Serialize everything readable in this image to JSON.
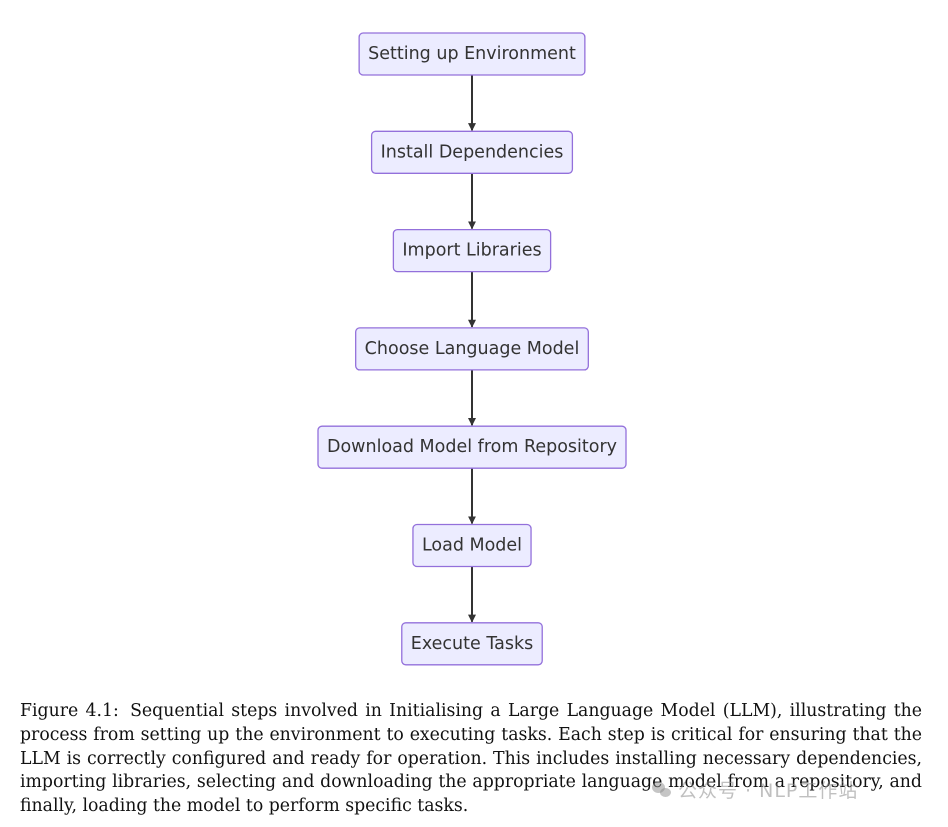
{
  "diagram": {
    "nodes": [
      {
        "id": "n1",
        "label": "Setting up Environment"
      },
      {
        "id": "n2",
        "label": "Install Dependencies"
      },
      {
        "id": "n3",
        "label": "Import Libraries"
      },
      {
        "id": "n4",
        "label": "Choose Language Model"
      },
      {
        "id": "n5",
        "label": "Download Model from Repository"
      },
      {
        "id": "n6",
        "label": "Load Model"
      },
      {
        "id": "n7",
        "label": "Execute Tasks"
      }
    ],
    "edges": [
      {
        "from": "n1",
        "to": "n2"
      },
      {
        "from": "n2",
        "to": "n3"
      },
      {
        "from": "n3",
        "to": "n4"
      },
      {
        "from": "n4",
        "to": "n5"
      },
      {
        "from": "n5",
        "to": "n6"
      },
      {
        "from": "n6",
        "to": "n7"
      }
    ],
    "colors": {
      "node_fill": "#ECECFF",
      "node_border": "#9370DB",
      "edge": "#333333",
      "text": "#333333"
    }
  },
  "caption": {
    "label": "Figure 4.1:",
    "text": "Sequential steps involved in Initialising a Large Language Model (LLM), illustrating the process from setting up the environment to executing tasks. Each step is critical for ensuring that the LLM is correctly configured and ready for operation. This includes installing necessary dependencies, importing libraries, selecting and downloading the appropriate language model from a repository, and finally, loading the model to perform specific tasks."
  },
  "watermark": {
    "text": "公众号 · NLP工作站",
    "icon": "wechat-icon"
  }
}
